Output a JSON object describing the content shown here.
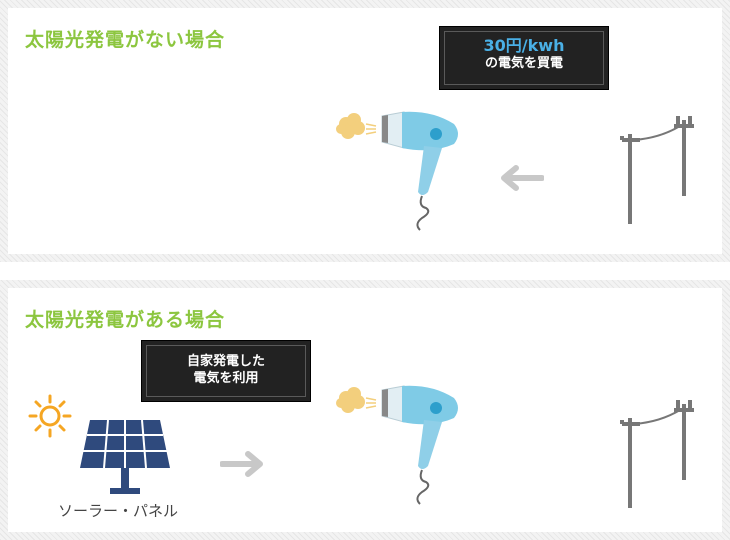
{
  "top_panel": {
    "title": "太陽光発電がない場合",
    "callout": {
      "price": "30円/kwh",
      "text": "の電気を買電"
    }
  },
  "bottom_panel": {
    "title": "太陽光発電がある場合",
    "callout": {
      "line1": "自家発電した",
      "line2": "電気を利用"
    },
    "solar_panel_label": "ソーラー・パネル"
  },
  "colors": {
    "title_green": "#8cc63f",
    "price_blue": "#4ab0e6",
    "arrow_gray": "#c8c8c8",
    "pole_gray": "#777777",
    "sun_orange": "#f5a623",
    "panel_navy": "#2f4a7d"
  },
  "icons": [
    "hair-dryer-icon",
    "utility-pole-icon",
    "sun-icon",
    "solar-panel-icon",
    "arrow-left-icon",
    "arrow-right-icon"
  ]
}
